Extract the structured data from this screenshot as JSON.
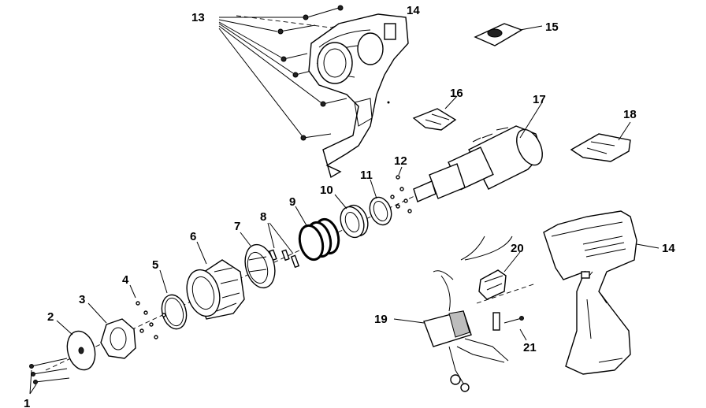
{
  "callouts": {
    "c1": "1",
    "c2": "2",
    "c3": "3",
    "c4": "4",
    "c5": "5",
    "c6": "6",
    "c7": "7",
    "c8": "8",
    "c9": "9",
    "c10": "10",
    "c11": "11",
    "c12": "12",
    "c13": "13",
    "c14_top": "14",
    "c14_right": "14",
    "c15": "15",
    "c16": "16",
    "c17": "17",
    "c18": "18",
    "c19": "19",
    "c20": "20",
    "c21": "21"
  }
}
